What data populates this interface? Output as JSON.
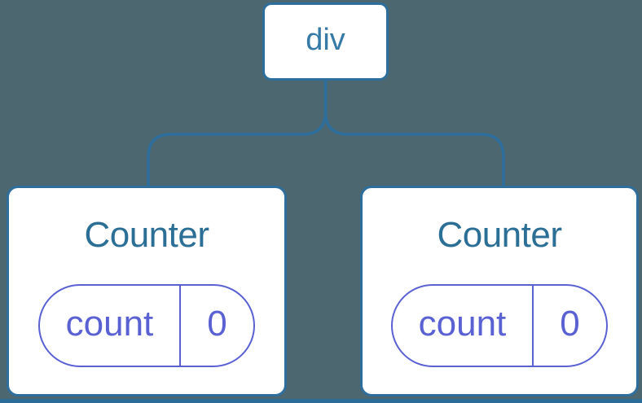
{
  "colors": {
    "background": "#4C6770",
    "line_blue": "#2E6E9C",
    "root_label_blue": "#3579A7",
    "component_title_blue": "#2B6F97",
    "state_purple": "#5A61D2",
    "card_background": "#FFFFFF",
    "bottom_strip_blue": "#2C6C99"
  },
  "tree": {
    "root": {
      "label": "div"
    },
    "children": [
      {
        "title": "Counter",
        "state": {
          "key": "count",
          "value": "0"
        }
      },
      {
        "title": "Counter",
        "state": {
          "key": "count",
          "value": "0"
        }
      }
    ]
  }
}
